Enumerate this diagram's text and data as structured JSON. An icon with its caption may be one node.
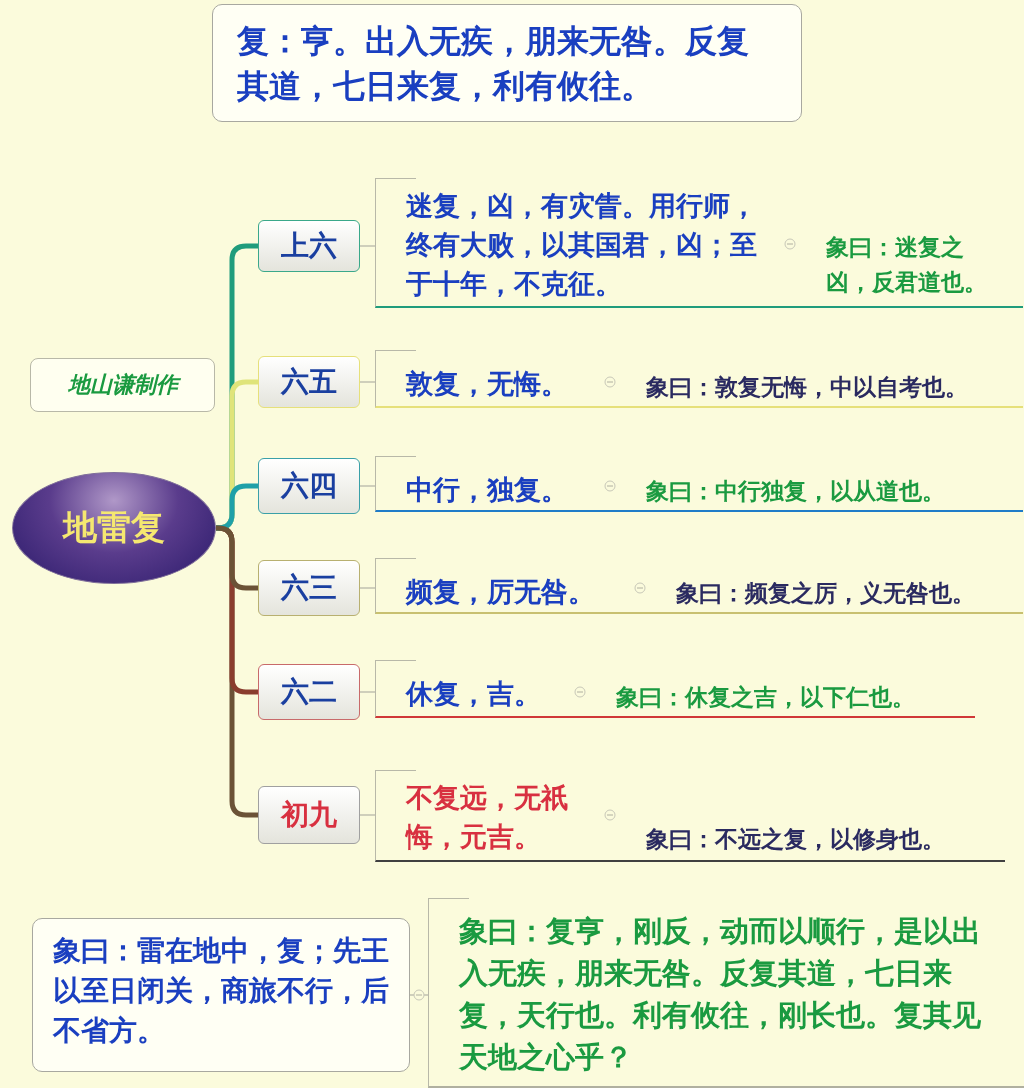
{
  "diagram": {
    "nodes": [
      {
        "text": [
          "复：亨。出入无疾，朋来无咎。反复其道，七日来复，利有攸往。"
        ]
      },
      {
        "text": [
          "地山谦制作"
        ]
      },
      {
        "text": [
          "地雷复"
        ]
      },
      {
        "text": [
          "上六"
        ]
      },
      {
        "text": [
          "六五"
        ]
      },
      {
        "text": [
          "六四"
        ]
      },
      {
        "text": [
          "六三"
        ]
      },
      {
        "text": [
          "六二"
        ]
      },
      {
        "text": [
          "初九"
        ]
      },
      {
        "text": [
          "迷复，凶，有灾眚。用行师，终有大败，以其国君，凶；至于十年，不克征。",
          "象曰：迷复之凶，反君道也。"
        ]
      },
      {
        "text": [
          "敦复，无悔。",
          "象曰：敦复无悔，中以自考也。"
        ]
      },
      {
        "text": [
          "中行，独复。",
          "象曰：中行独复，以从道也。"
        ]
      },
      {
        "text": [
          "频复，厉无咎。",
          "象曰：频复之厉，义无咎也。"
        ]
      },
      {
        "text": [
          "休复，吉。",
          "象曰：休复之吉，以下仁也。"
        ]
      },
      {
        "text": [
          "不复远，无祇悔，元吉。",
          "象曰：不远之复，以修身也。"
        ]
      },
      {
        "text": [
          "象曰：雷在地中，复；先王以至日闭关，商旅不行，后不省方。"
        ]
      },
      {
        "text": [
          "象曰：复亨，刚反，动而以顺行，是以出入无疾，朋来无咎。反复其道，七日来复，天行也。利有攸往，刚长也。复其见天地之心乎？"
        ]
      }
    ],
    "edges": [
      {
        "from": 2,
        "to": 3,
        "arrow": "none",
        "style": "thick",
        "color": "#1f9c7c"
      },
      {
        "from": 2,
        "to": 4,
        "arrow": "none",
        "style": "thick",
        "color": "#dfe47a"
      },
      {
        "from": 2,
        "to": 5,
        "arrow": "none",
        "style": "thick",
        "color": "#1fa0a8"
      },
      {
        "from": 2,
        "to": 6,
        "arrow": "none",
        "style": "thick",
        "color": "#6b5236"
      },
      {
        "from": 2,
        "to": 7,
        "arrow": "none",
        "style": "thick",
        "color": "#8a3d2e"
      },
      {
        "from": 2,
        "to": 8,
        "arrow": "none",
        "style": "thick",
        "color": "#6b5236"
      },
      {
        "from": 3,
        "to": 9,
        "arrow": "none"
      },
      {
        "from": 4,
        "to": 10,
        "arrow": "none"
      },
      {
        "from": 5,
        "to": 11,
        "arrow": "none"
      },
      {
        "from": 6,
        "to": 12,
        "arrow": "none"
      },
      {
        "from": 7,
        "to": 13,
        "arrow": "none"
      },
      {
        "from": 8,
        "to": 14,
        "arrow": "none"
      },
      {
        "from": 15,
        "to": 16,
        "arrow": "none"
      }
    ]
  }
}
